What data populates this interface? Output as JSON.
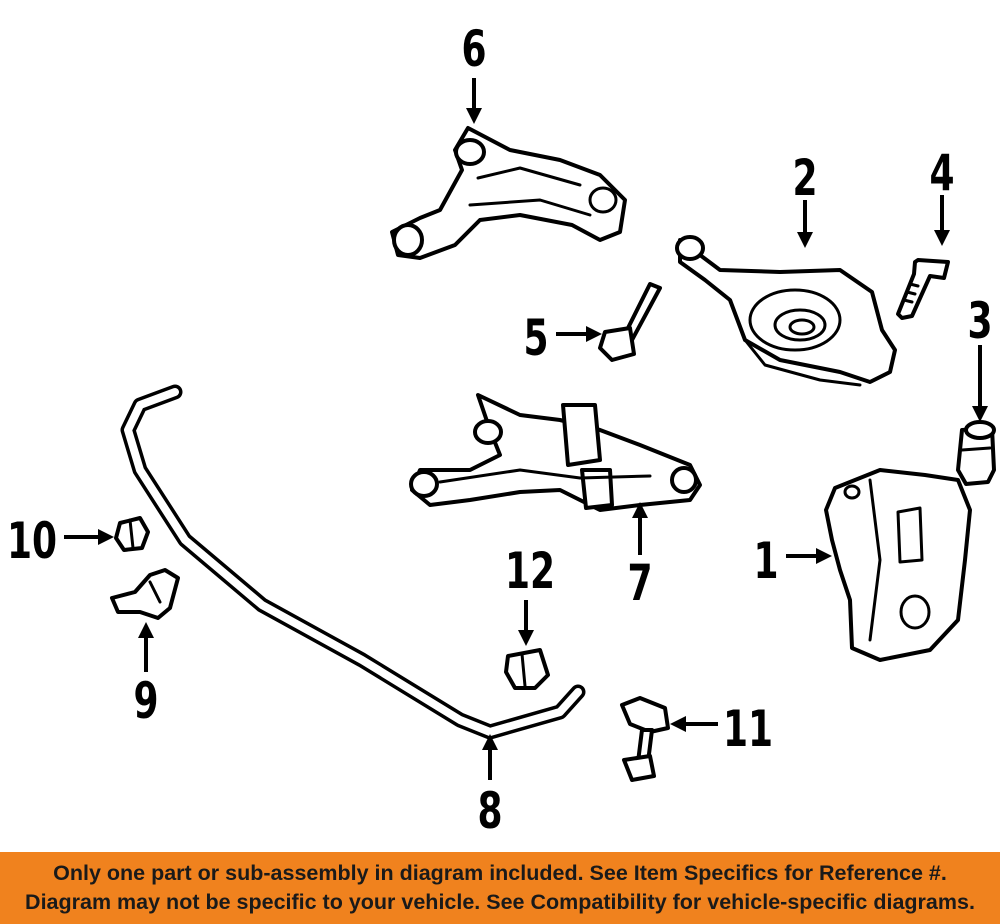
{
  "callouts": {
    "c1": "1",
    "c2": "2",
    "c3": "3",
    "c4": "4",
    "c5": "5",
    "c6": "6",
    "c7": "7",
    "c8": "8",
    "c9": "9",
    "c10": "10",
    "c11": "11",
    "c12": "12"
  },
  "banner": {
    "line1": "Only one part or sub-assembly in diagram included. See Item Specifics for Reference #.",
    "line2": "Diagram may not be specific to your vehicle. See Compatibility for vehicle-specific diagrams."
  },
  "colors": {
    "banner_bg": "#f0821e",
    "banner_text": "#1a1a1a",
    "line_art": "#000000"
  }
}
